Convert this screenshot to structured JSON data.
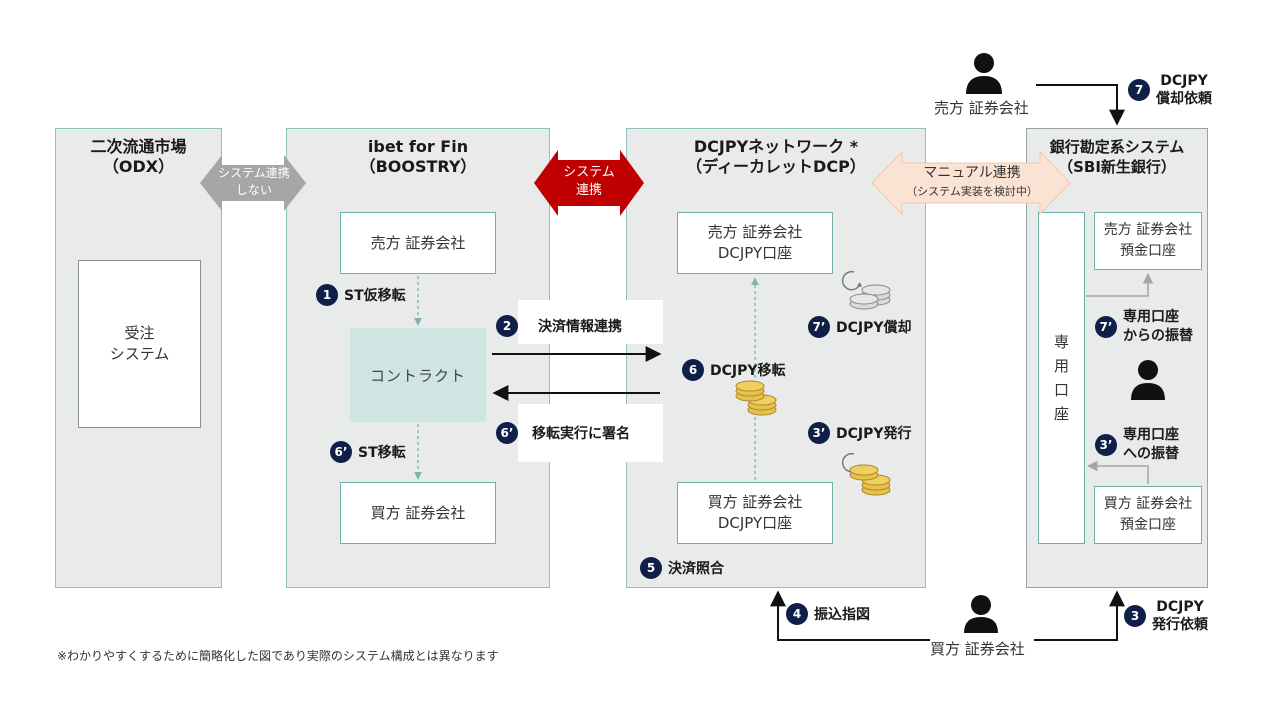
{
  "panels": {
    "odx": {
      "title": "二次流通市場\n（ODX）",
      "order_system": "受注\nシステム"
    },
    "boostry": {
      "title": "ibet for Fin\n（BOOSTRY）",
      "seller": "売方 証券会社",
      "contract": "コントラクト",
      "buyer": "買方 証券会社"
    },
    "dcp": {
      "title": "DCJPYネットワーク *\n（ディーカレットDCP）",
      "seller_account": "売方 証券会社\nDCJPY口座",
      "buyer_account": "買方 証券会社\nDCJPY口座"
    },
    "bank": {
      "title": "銀行勘定系システム\n（SBI新生銀行）",
      "dedicated": "専\n用\n口\n座",
      "seller_deposit": "売方 証券会社\n預金口座",
      "buyer_deposit": "買方 証券会社\n預金口座"
    }
  },
  "connectors": {
    "no_link": "システム連携\nしない",
    "link": "システム\n連携",
    "manual": "マニュアル連携",
    "manual_sub": "（システム実装を検討中）"
  },
  "steps": {
    "s1": {
      "num": "1",
      "label": "ST仮移転"
    },
    "s2": {
      "num": "2",
      "label": "決済情報連携"
    },
    "s6": {
      "num": "6",
      "label": "DCJPY移転"
    },
    "s6p_sign": {
      "num": "6’",
      "label": "移転実行に署名"
    },
    "s6p_st": {
      "num": "6’",
      "label": "ST移転"
    },
    "s7p_burn": {
      "num": "7’",
      "label": "DCJPY償却"
    },
    "s3p_issue": {
      "num": "3’",
      "label": "DCJPY発行"
    },
    "s5": {
      "num": "5",
      "label": "決済照合"
    },
    "s4": {
      "num": "4",
      "label": "振込指図"
    },
    "s3": {
      "num": "3",
      "label": "DCJPY\n発行依頼"
    },
    "s7": {
      "num": "7",
      "label": "DCJPY\n償却依頼"
    },
    "s7p_from": {
      "num": "7’",
      "label": "専用口座\nからの振替"
    },
    "s3p_to": {
      "num": "3’",
      "label": "専用口座\nへの振替"
    }
  },
  "actors": {
    "seller_top": "売方 証券会社",
    "buyer_bottom": "買方 証券会社"
  },
  "footnote": "※わかりやすくするために簡略化した図であり実際のシステム構成とは異なります",
  "colors": {
    "panel_bg": "#e9ebeb",
    "panel_border": "#8fc1bd",
    "contract_bg": "#cfe5e1",
    "badge": "#0f1f47",
    "link_red": "#c00000",
    "manual_peach": "#fbe3d4",
    "grey_arrow": "#a6a6a6"
  }
}
